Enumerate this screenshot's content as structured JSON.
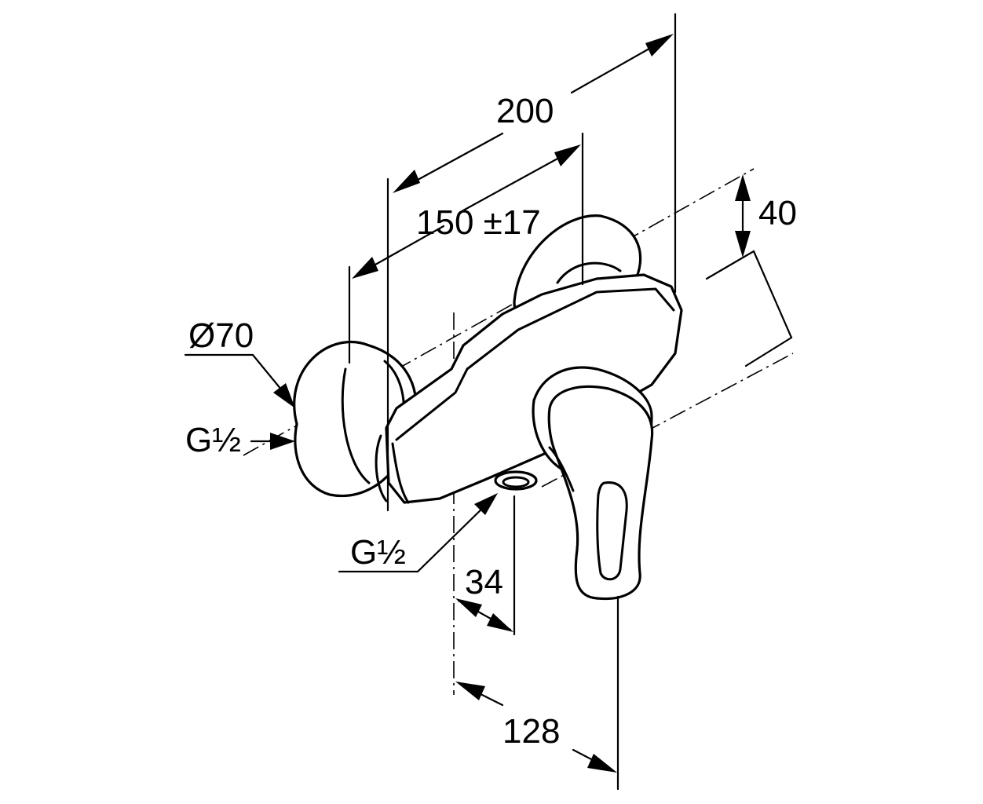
{
  "dimensions": {
    "overall_width": "200",
    "inlet_spacing": "150 ±17",
    "height_offset": "40",
    "flange_diameter": "Ø70",
    "inlet_thread": "G½",
    "outlet_thread": "G½",
    "outlet_offset": "34",
    "handle_projection": "128"
  },
  "colors": {
    "line": "#000000",
    "background": "#ffffff"
  }
}
